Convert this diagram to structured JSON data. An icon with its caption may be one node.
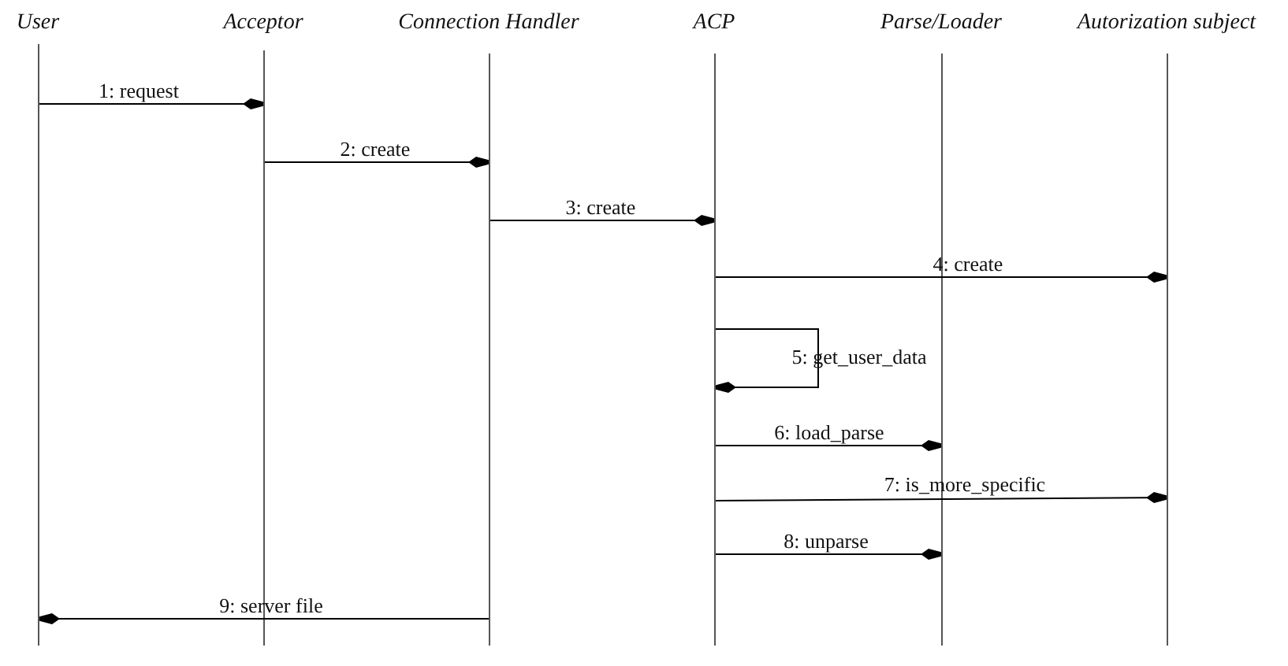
{
  "diagram": {
    "nodes": [
      {
        "text": [],
        "shape": "bar",
        "beside": [
          "User"
        ]
      },
      {
        "text": [],
        "shape": "bar",
        "beside": [
          "Acceptor"
        ]
      },
      {
        "text": [],
        "shape": "bar",
        "beside": [
          "Connection Handler"
        ]
      },
      {
        "text": [],
        "shape": "bar",
        "beside": [
          "ACP"
        ]
      },
      {
        "text": [],
        "shape": "bar",
        "beside": [
          "Parse/Loader"
        ]
      },
      {
        "text": [],
        "shape": "bar",
        "beside": [
          "Autorization subject"
        ]
      }
    ],
    "edges": [
      {
        "from": 0,
        "to": 1,
        "arrow": "to",
        "label": "1: request"
      },
      {
        "from": 1,
        "to": 2,
        "arrow": "to",
        "label": "2: create"
      },
      {
        "from": 2,
        "to": 3,
        "arrow": "to",
        "label": "3: create"
      },
      {
        "from": 3,
        "to": 5,
        "arrow": "to",
        "label": "4: create"
      },
      {
        "from": 3,
        "to": 3,
        "arrow": "to",
        "label": "5: get_user_data"
      },
      {
        "from": 3,
        "to": 4,
        "arrow": "to",
        "label": "6: load_parse"
      },
      {
        "from": 3,
        "to": 5,
        "arrow": "to",
        "label": "7: is_more_specific"
      },
      {
        "from": 3,
        "to": 4,
        "arrow": "to",
        "label": "8: unparse"
      },
      {
        "from": 2,
        "to": 0,
        "arrow": "to",
        "label": "9: server file"
      }
    ]
  }
}
